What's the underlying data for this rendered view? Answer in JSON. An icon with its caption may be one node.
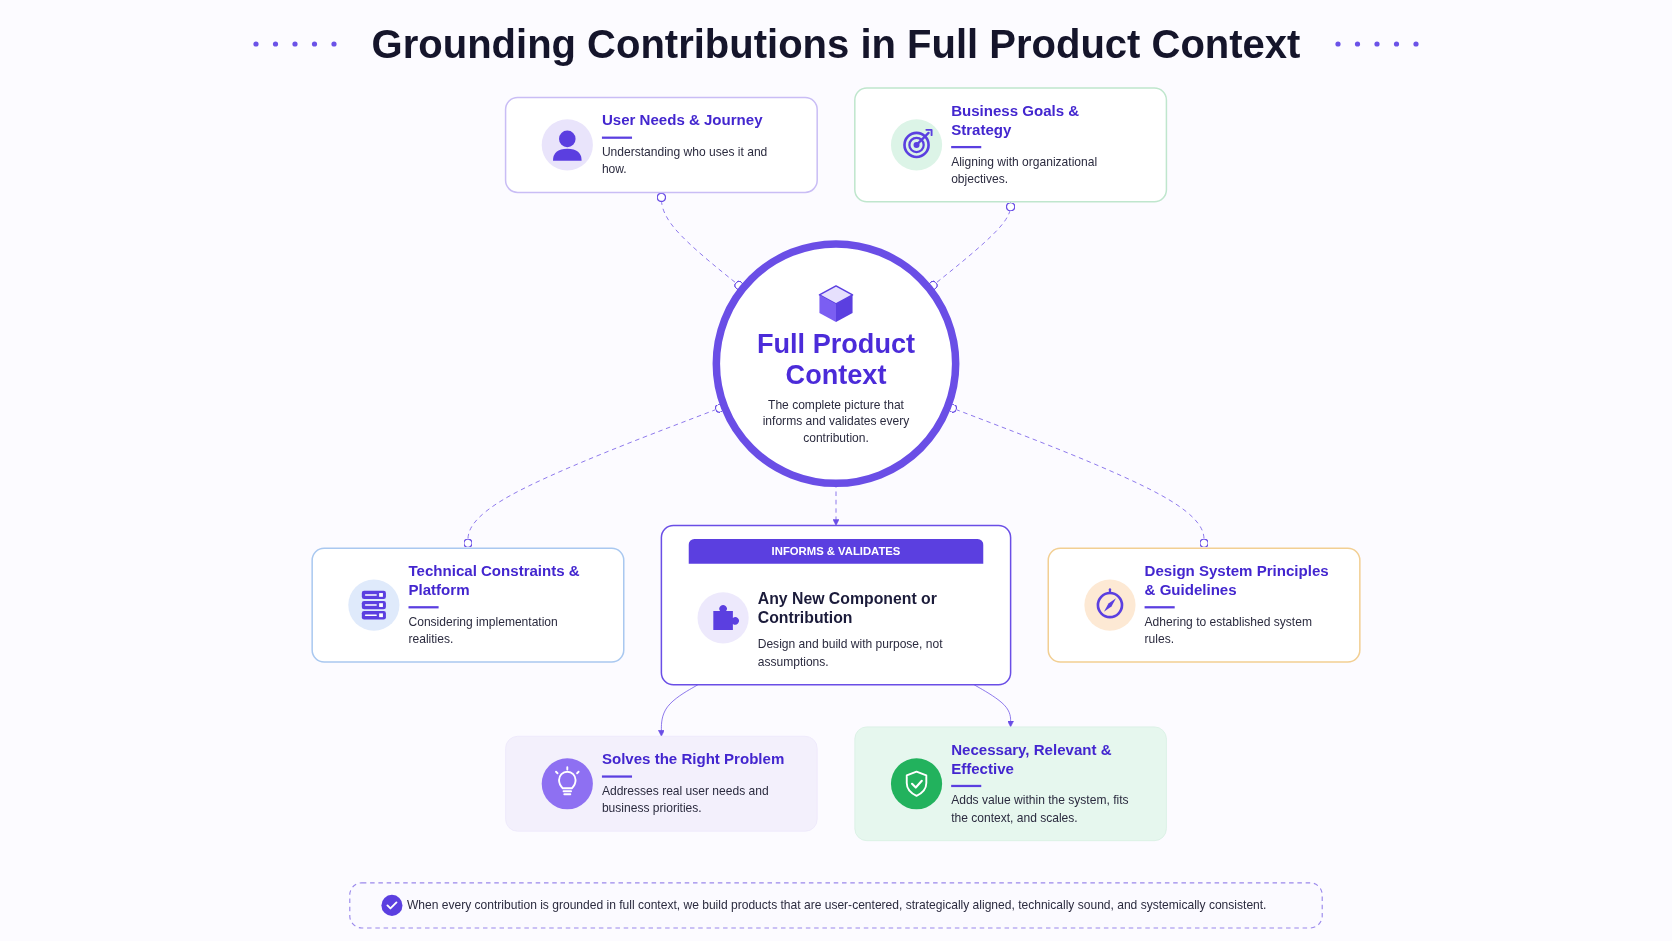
{
  "diagram": {
    "title": "Grounding Contributions in Full Product Context",
    "nodes": [
      {
        "text": [
          "Full Product Context",
          "The complete picture that informs and validates every contribution."
        ]
      },
      {
        "text": [
          "User Needs & Journey",
          "Understanding who uses it and how."
        ]
      },
      {
        "text": [
          "Technical Constraints & Platform",
          "Considering implementation realities."
        ]
      },
      {
        "text": [
          "Business Goals & Strategy",
          "Aligning with organizational objectives."
        ]
      },
      {
        "text": [
          "Design System Principles & Guidelines",
          "Adhering to established system rules."
        ]
      },
      {
        "text": [
          "INFORMS & VALIDATES",
          "Any New Component or Contribution",
          "Design and build with purpose, not assumptions."
        ]
      },
      {
        "text": [
          "Solves the Right Problem",
          "Addresses real user needs and business priorities."
        ]
      },
      {
        "text": [
          "Necessary, Relevant & Effective",
          "Adds value within the system, fits the context, and scales."
        ]
      },
      {
        "text": [
          "When every contribution is grounded in full context, we build products that are user-centered, strategically aligned, technically sound, and systemically consistent."
        ]
      }
    ],
    "edges": [
      {
        "from": 1,
        "to": 0,
        "arrow": "other",
        "style": "dashed"
      },
      {
        "from": 0,
        "to": 2,
        "arrow": "other",
        "style": "dashed"
      },
      {
        "from": 3,
        "to": 0,
        "arrow": "other",
        "style": "dashed"
      },
      {
        "from": 0,
        "to": 4,
        "arrow": "other",
        "style": "dashed"
      },
      {
        "from": 0,
        "to": 5,
        "arrow": "to",
        "style": "dashed"
      },
      {
        "from": 5,
        "to": 6,
        "arrow": "to"
      },
      {
        "from": 5,
        "to": 7,
        "arrow": "to"
      }
    ]
  }
}
